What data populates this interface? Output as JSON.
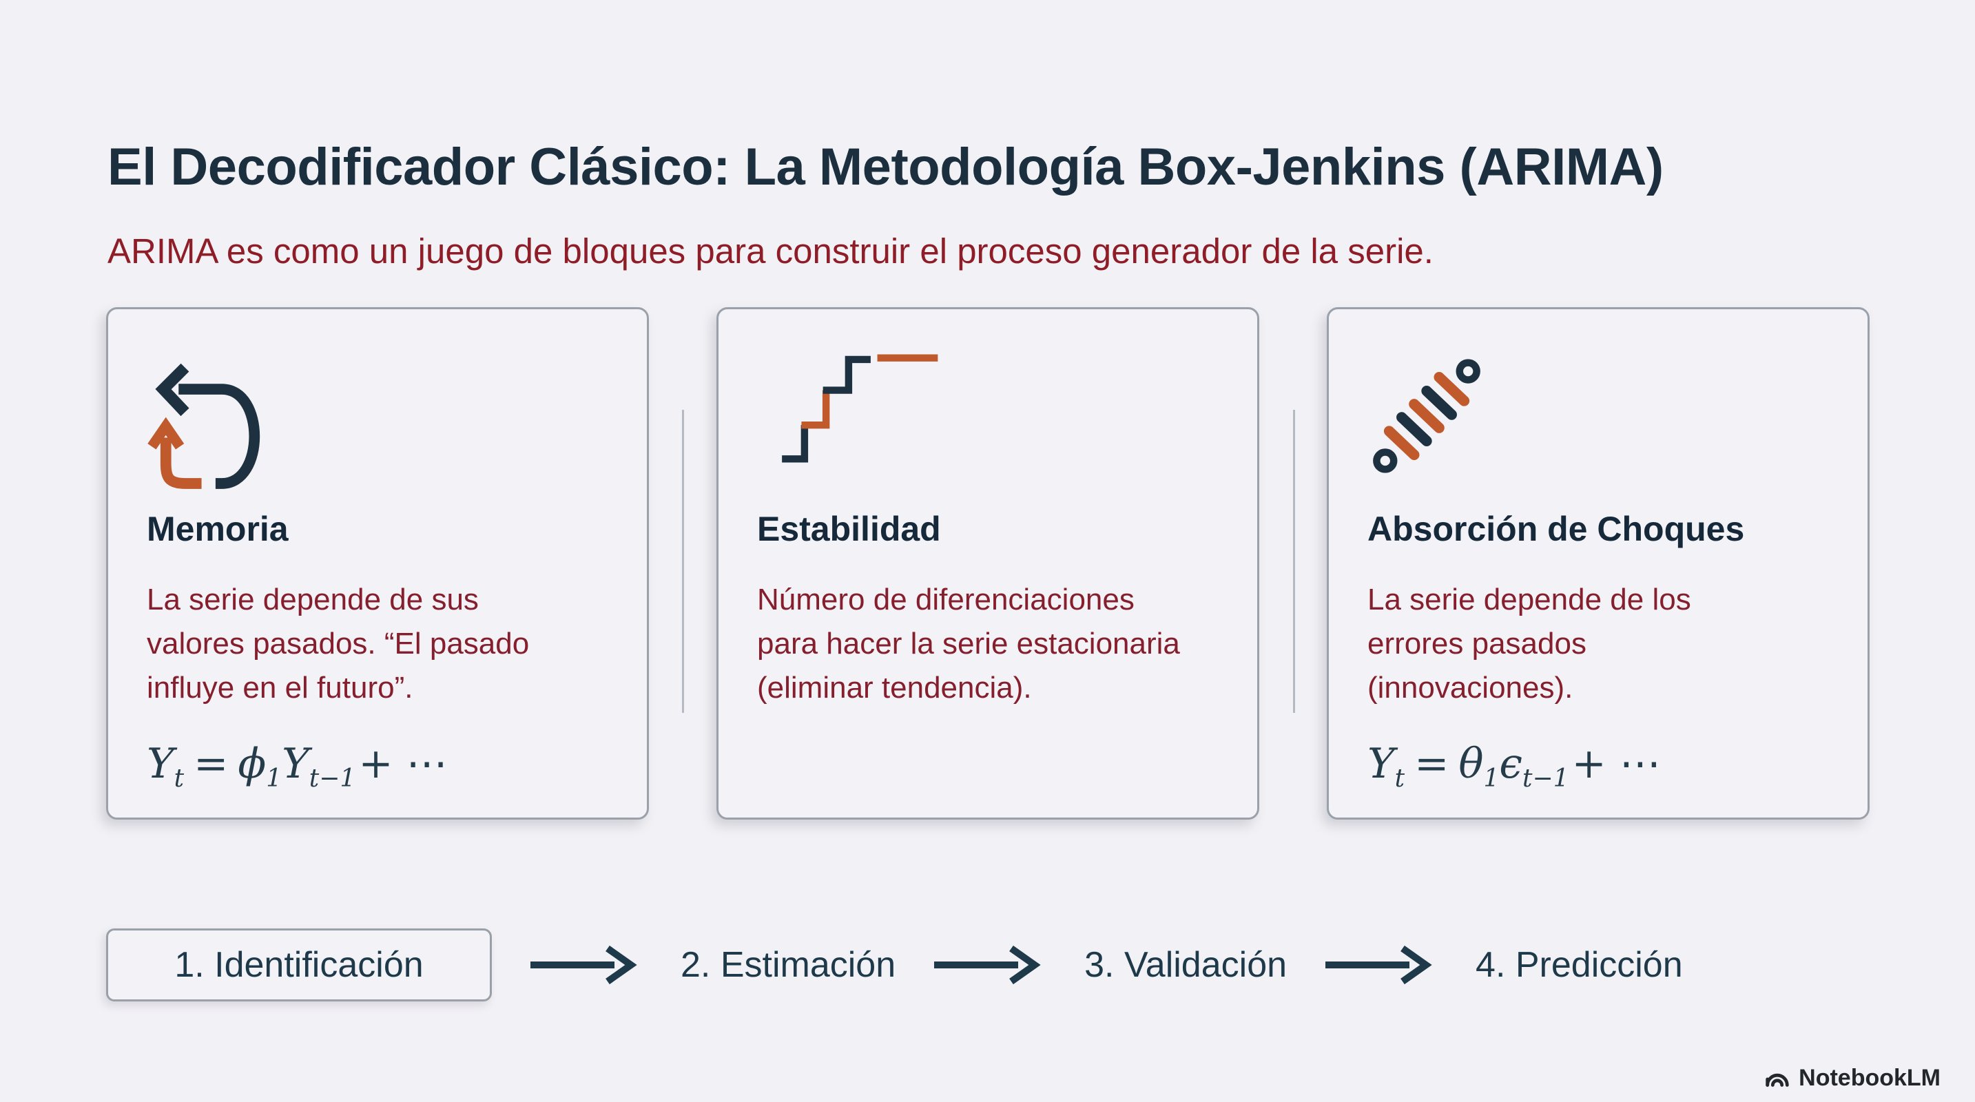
{
  "page": {
    "title": "El Decodificador Clásico: La Metodología Box-Jenkins (ARIMA)",
    "subtitle": "ARIMA es como un juego de bloques para construir el proceso generador de la serie."
  },
  "cards": [
    {
      "icon": "loop-arrow-icon",
      "title": "Memoria",
      "body": "La serie depende de sus valores pasados. “El pasado influye en el futuro”.",
      "formula": {
        "lhs": "Y",
        "lhs_sub": "t",
        "eq": "=",
        "coef": "ϕ",
        "coef_sub": "1",
        "term": "Y",
        "term_sub": "t−1",
        "tail": "+ ⋯"
      }
    },
    {
      "icon": "stairs-icon",
      "title": "Estabilidad",
      "body": "Número de diferenciaciones para hacer la serie estacionaria (eliminar tendencia)."
    },
    {
      "icon": "spring-icon",
      "title": "Absorción de Choques",
      "body": "La serie depende de los errores pasados (innovaciones).",
      "formula": {
        "lhs": "Y",
        "lhs_sub": "t",
        "eq": "=",
        "coef": "θ",
        "coef_sub": "1",
        "term": "ϵ",
        "term_sub": "t−1",
        "tail": "+ ⋯"
      }
    }
  ],
  "flow": {
    "steps": [
      "1. Identificación",
      "2. Estimación",
      "3. Validación",
      "4. Predicción"
    ]
  },
  "footer": {
    "brand": "NotebookLM"
  },
  "colors": {
    "background": "#f2f1f5",
    "navy": "#1b2f3f",
    "red": "#8f1d28",
    "orange": "#c05a2c",
    "border_gray": "#9aa1ab"
  }
}
